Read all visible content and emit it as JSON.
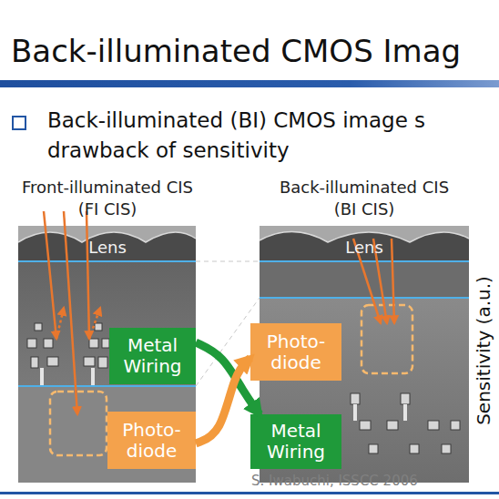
{
  "diagram": {
    "title": "Back-illuminated CMOS Imag",
    "caption": "S. Iwabuchi, ISSCC 2006",
    "nodes": [
      {
        "text": [
          "Front-illuminated CIS (FI CIS)",
          "Lens"
        ]
      },
      {
        "text": [
          "Metal Wiring"
        ],
        "in": 0
      },
      {
        "text": [
          "Photo- diode"
        ],
        "in": 0
      },
      {
        "text": [
          "Back-illuminated CIS (BI CIS)",
          "Lens"
        ]
      },
      {
        "text": [
          "Photo- diode"
        ],
        "in": 3
      },
      {
        "text": [
          "Metal Wiring"
        ],
        "in": 3
      }
    ],
    "edges": [
      {
        "from": 1,
        "to": 5,
        "arrow": "to"
      },
      {
        "from": 2,
        "to": 4,
        "arrow": "to"
      }
    ],
    "labels": [
      "Back-illuminated (BI) CMOS image s drawback of sensitivity",
      "Sensitivity (a.u.)"
    ]
  }
}
